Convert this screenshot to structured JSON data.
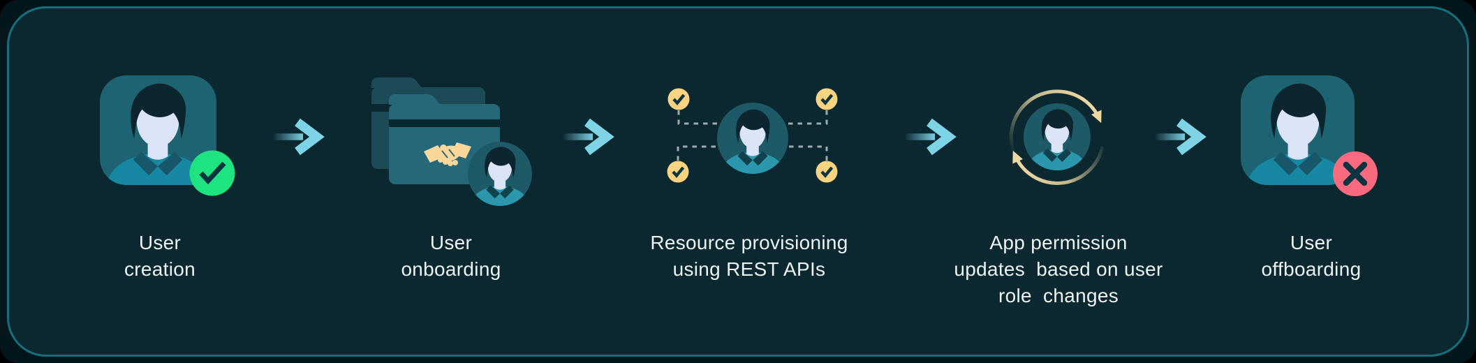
{
  "diagram": {
    "kind": "user-lifecycle-flow",
    "step_count": 5,
    "colors": {
      "outer_background": "#03161c",
      "panel_background": "#0b2730",
      "panel_border": "#15707e",
      "tile_teal": "#1e6372",
      "avatar_shirt": "#1688a3",
      "avatar_circle_shirt": "#2b97ad",
      "avatar_collar": "#18566a",
      "avatar_skin": "#dbe5f7",
      "avatar_hair": "#0c252e",
      "avatar_circle_bg": "#1e5968",
      "folder_back": "#1d4a57",
      "folder_front": "#25687a",
      "handshake_yellow": "#fbd89a",
      "check_badge_green": "#1ee381",
      "cross_badge_pink": "#fa6a7f",
      "check_circle_yellow": "#f8d480",
      "sync_arrow_cream": "#ecd9a2",
      "flow_arrow_blue": "#7fd3e6",
      "dashed_line_gray": "#9fabae",
      "badge_glyph_dark": "#0b3340",
      "label_text": "#eef3f1"
    }
  },
  "steps": [
    {
      "id": "user-creation",
      "label": "User\ncreation",
      "icon": "user-avatar-tile-with-green-check-badge"
    },
    {
      "id": "user-onboarding",
      "label": "User\nonboarding",
      "icon": "folders-with-handshake-and-avatar"
    },
    {
      "id": "resource-provisioning",
      "label": "Resource provisioning\nusing REST APIs",
      "icon": "avatar-circle-with-four-yellow-checks-dashed-links"
    },
    {
      "id": "app-permission-updates",
      "label": "App permission\nupdates  based on user\nrole  changes",
      "icon": "avatar-circle-with-sync-arrows"
    },
    {
      "id": "user-offboarding",
      "label": "User\noffboarding",
      "icon": "user-avatar-tile-with-pink-cross-badge"
    }
  ],
  "connectors": [
    {
      "type": "arrow-right"
    },
    {
      "type": "arrow-right"
    },
    {
      "type": "arrow-right"
    },
    {
      "type": "arrow-right"
    }
  ]
}
